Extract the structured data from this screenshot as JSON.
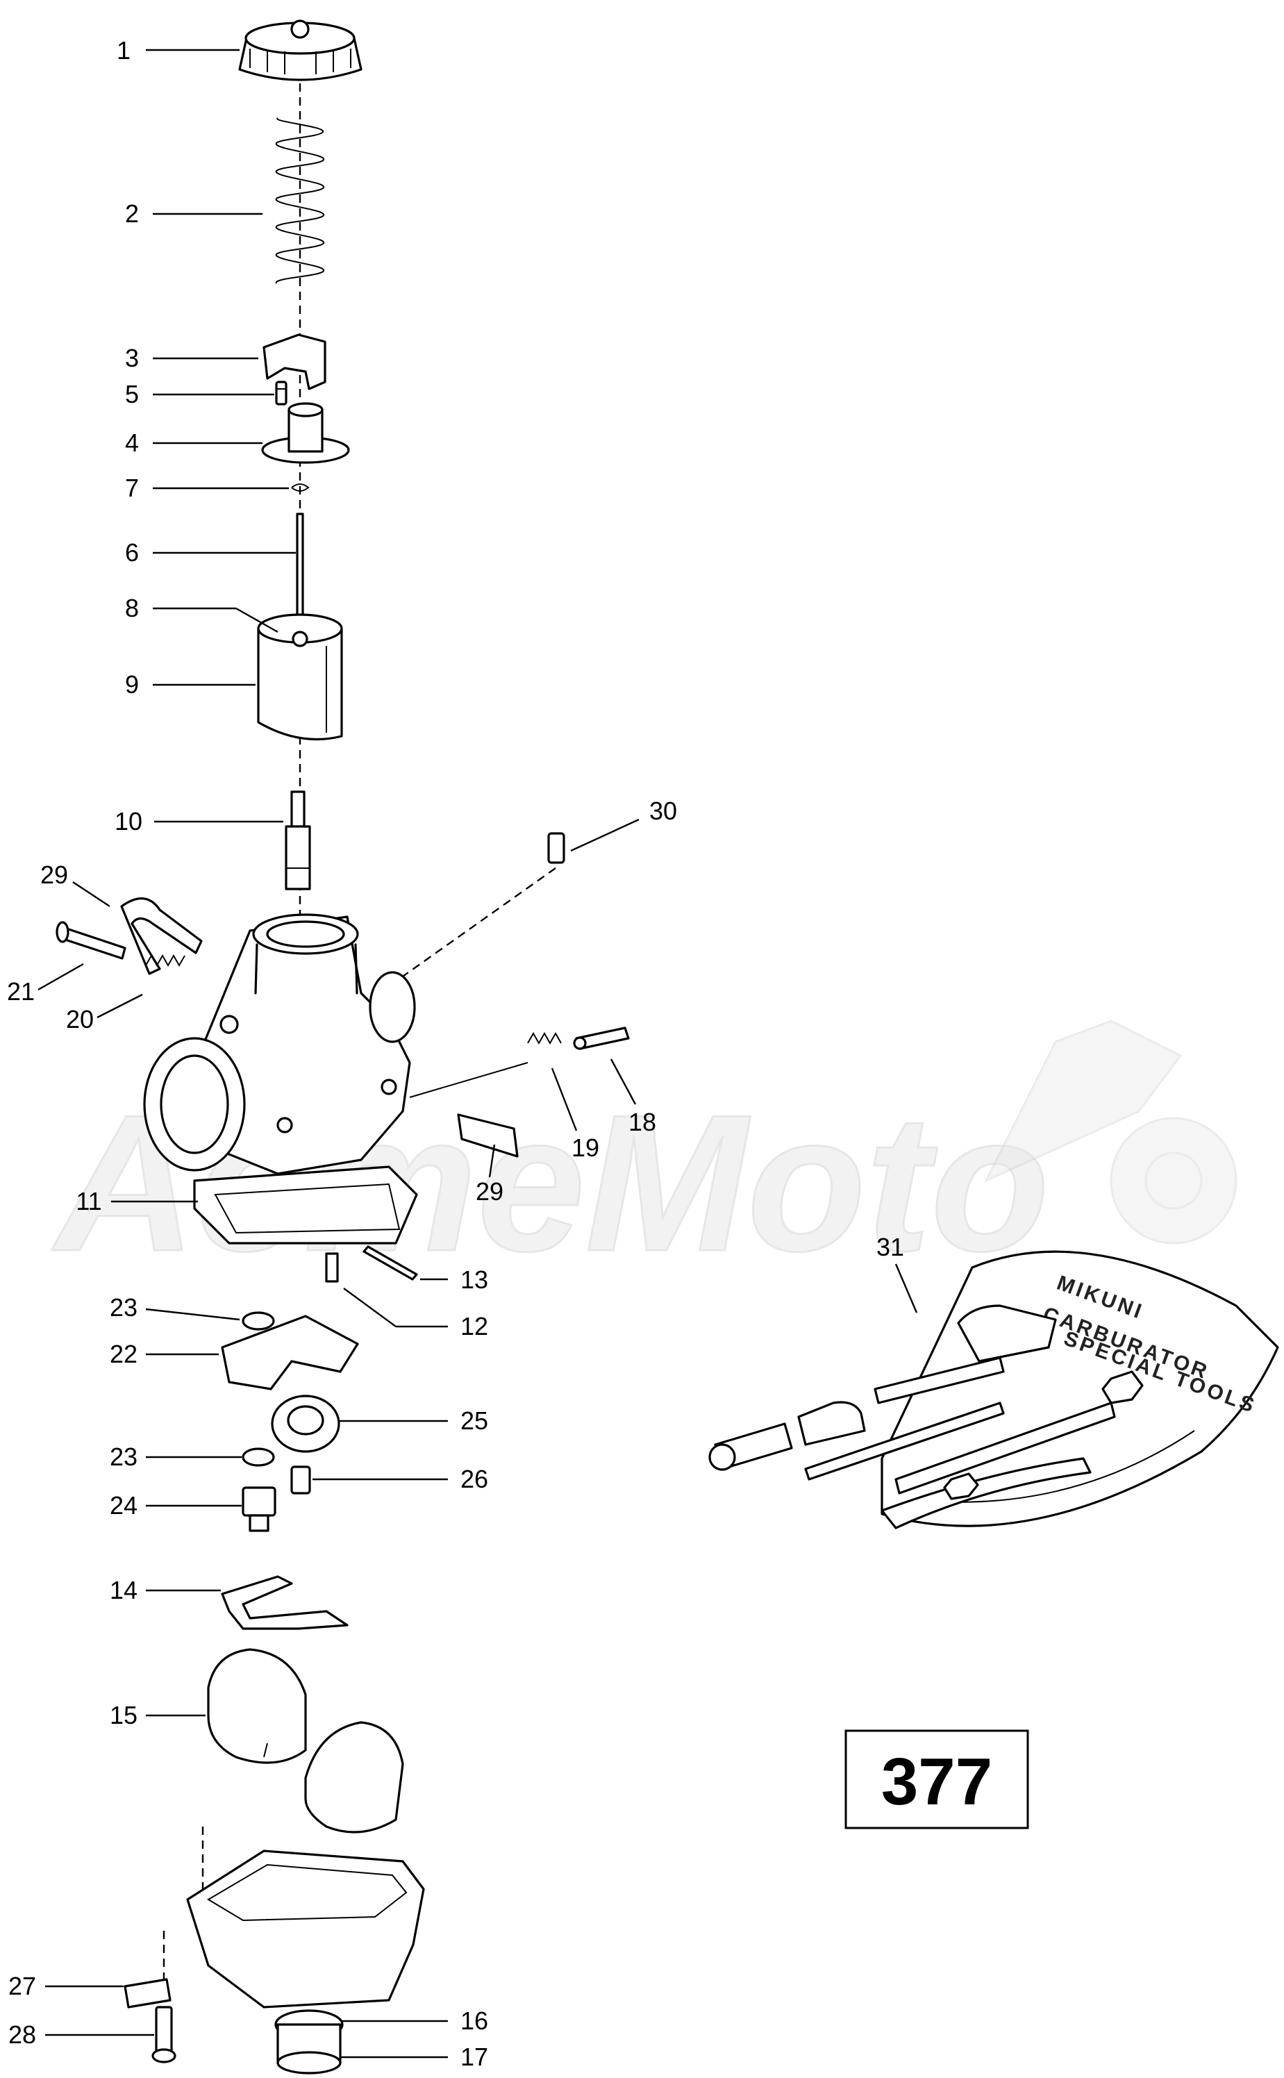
{
  "diagram": {
    "reference_number": "377",
    "watermark_text": "AcmeMoto",
    "tool_kit_label": [
      "MIKUNI",
      "CARBURATOR",
      "SPECIAL TOOLS"
    ],
    "callouts": [
      "1",
      "2",
      "3",
      "5",
      "4",
      "7",
      "6",
      "8",
      "9",
      "10",
      "30",
      "29",
      "21",
      "20",
      "19",
      "18",
      "29",
      "11",
      "13",
      "12",
      "23",
      "22",
      "25",
      "23",
      "26",
      "24",
      "14",
      "15",
      "27",
      "16",
      "28",
      "17",
      "31"
    ]
  }
}
